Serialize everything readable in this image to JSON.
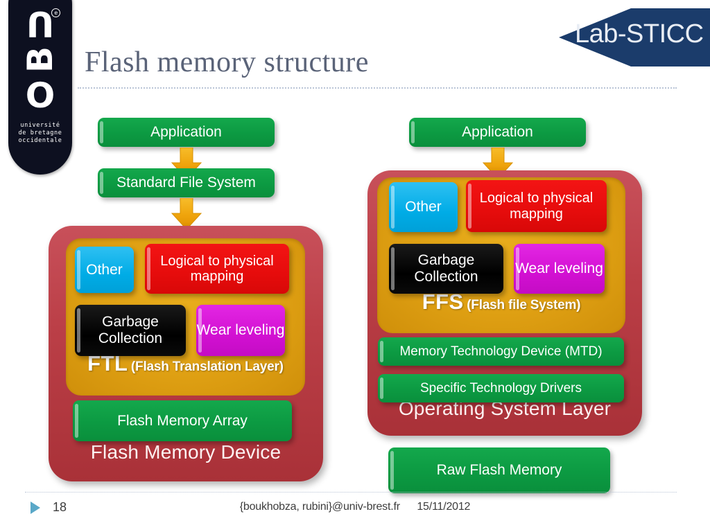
{
  "slide": {
    "title": "Flash memory structure"
  },
  "logos": {
    "ubo": {
      "name": "ubo-logo",
      "letters": [
        "U",
        "B",
        "O"
      ],
      "subtitle_lines": [
        "université",
        "de bretagne",
        "occidentale"
      ],
      "badge": "ueb"
    },
    "labsticc": {
      "name": "lab-sticc-logo",
      "text": "Lab-STICC"
    }
  },
  "left_column": {
    "application": "Application",
    "standard_file_system": "Standard File System",
    "device": {
      "label": "Flash Memory Device",
      "ftl": {
        "abbr": "FTL",
        "full": "(Flash Translation Layer)",
        "modules": [
          {
            "label": "Other",
            "color": "#00ace6"
          },
          {
            "label": "Logical to physical mapping",
            "color": "#e60c0c"
          },
          {
            "label": "Garbage Collection",
            "color": "#000000"
          },
          {
            "label": "Wear leveling",
            "color": "#d210d2"
          }
        ]
      },
      "array": "Flash Memory Array"
    }
  },
  "right_column": {
    "application": "Application",
    "os_layer": {
      "label": "Operating System Layer",
      "ffs": {
        "abbr": "FFS",
        "full": "(Flash file System)",
        "modules": [
          {
            "label": "Other",
            "color": "#00ace6"
          },
          {
            "label": "Logical to physical mapping",
            "color": "#e60c0c"
          },
          {
            "label": "Garbage Collection",
            "color": "#000000"
          },
          {
            "label": "Wear leveling",
            "color": "#d210d2"
          }
        ]
      },
      "mtd": "Memory Technology Device (MTD)",
      "drivers": "Specific Technology Drivers"
    },
    "raw_flash": "Raw Flash Memory"
  },
  "footer": {
    "page_number": "18",
    "contact": "{boukhobza, rubini}@univ-brest.fr",
    "date": "15/11/2012"
  },
  "colors": {
    "green": "#0c9a42",
    "red_container": "#bb3f47",
    "orange_container": "#dfa013",
    "arrow": "#f0a80e",
    "title": "#5a6378",
    "labsticc": "#1b3c6b",
    "bullet": "#5aa8c8"
  }
}
